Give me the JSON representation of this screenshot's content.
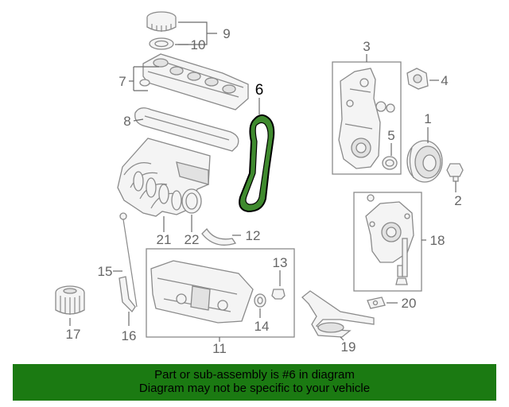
{
  "diagram": {
    "callouts": [
      {
        "id": "c1",
        "label": "1"
      },
      {
        "id": "c2",
        "label": "2"
      },
      {
        "id": "c3",
        "label": "3"
      },
      {
        "id": "c4",
        "label": "4"
      },
      {
        "id": "c5",
        "label": "5"
      },
      {
        "id": "c6",
        "label": "6"
      },
      {
        "id": "c7",
        "label": "7"
      },
      {
        "id": "c8",
        "label": "8"
      },
      {
        "id": "c9",
        "label": "9"
      },
      {
        "id": "c10",
        "label": "10"
      },
      {
        "id": "c11",
        "label": "11"
      },
      {
        "id": "c12",
        "label": "12"
      },
      {
        "id": "c13",
        "label": "13"
      },
      {
        "id": "c14",
        "label": "14"
      },
      {
        "id": "c15",
        "label": "15"
      },
      {
        "id": "c16",
        "label": "16"
      },
      {
        "id": "c17",
        "label": "17"
      },
      {
        "id": "c18",
        "label": "18"
      },
      {
        "id": "c19",
        "label": "19"
      },
      {
        "id": "c20",
        "label": "20"
      },
      {
        "id": "c21",
        "label": "21"
      },
      {
        "id": "c22",
        "label": "22"
      }
    ],
    "highlight_color": "#3f8a2e",
    "highlight_part": "6"
  },
  "footer": {
    "line1": "Part or sub-assembly is #6 in diagram",
    "line2": "Diagram may not be specific to your vehicle",
    "background": "#1b7a12"
  }
}
